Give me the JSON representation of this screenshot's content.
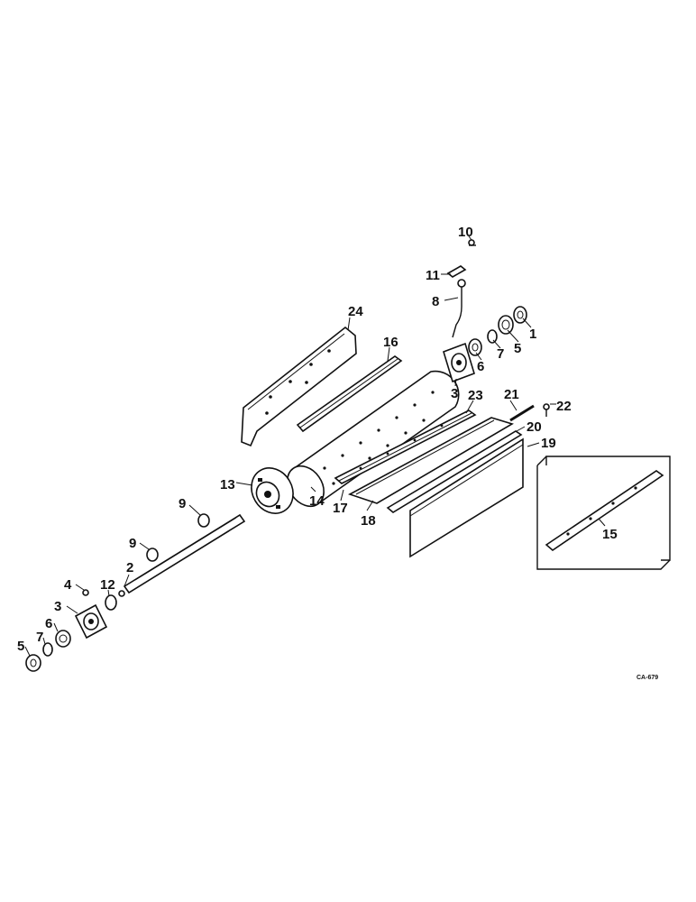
{
  "diagram": {
    "drawing_code": "CA-679",
    "callouts": {
      "c1": "1",
      "c2": "2",
      "c3a": "3",
      "c3b": "3",
      "c4": "4",
      "c5a": "5",
      "c5b": "5",
      "c6a": "6",
      "c6b": "6",
      "c7a": "7",
      "c7b": "7",
      "c8": "8",
      "c9a": "9",
      "c9b": "9",
      "c10": "10",
      "c11": "11",
      "c12": "12",
      "c13": "13",
      "c14": "14",
      "c15": "15",
      "c16": "16",
      "c17": "17",
      "c18": "18",
      "c19": "19",
      "c20": "20",
      "c21": "21",
      "c22": "22",
      "c23": "23",
      "c24": "24"
    }
  }
}
